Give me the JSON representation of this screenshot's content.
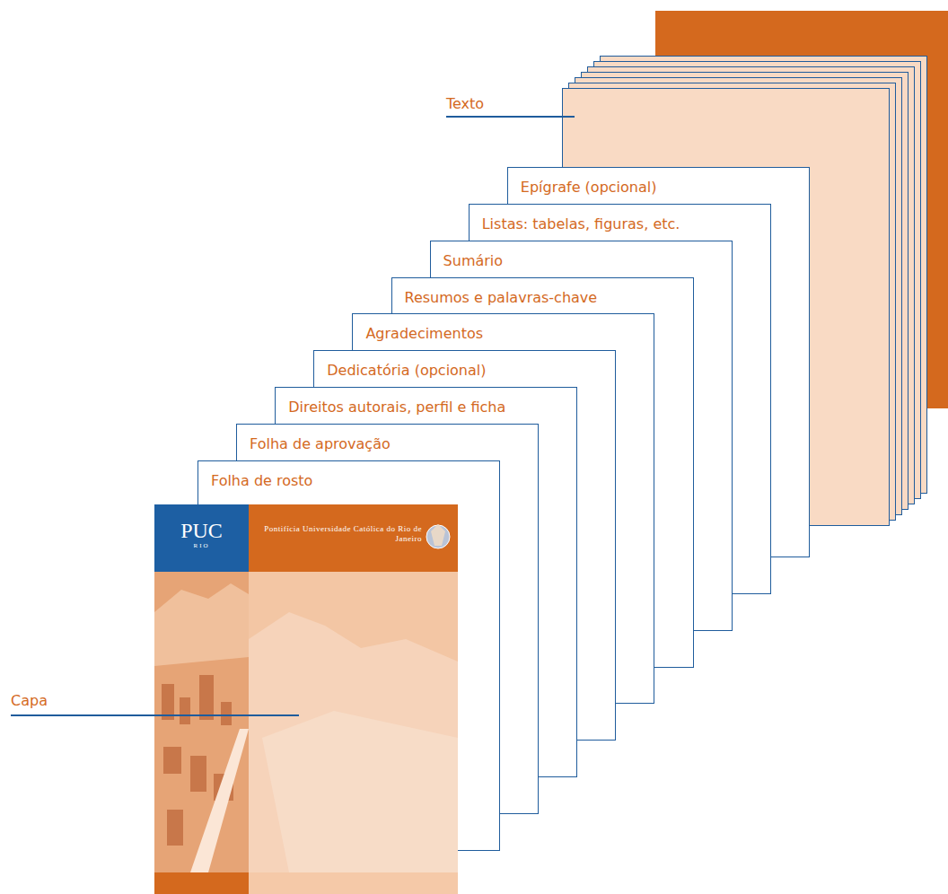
{
  "diagram": {
    "nodes": [
      {
        "text": [
          "PUC",
          "RIO",
          "Pontifícia Universidade Católica do Rio de Janeiro"
        ]
      },
      {
        "text": [
          "Folha de rosto"
        ]
      },
      {
        "text": [
          "Folha de aprovação"
        ]
      },
      {
        "text": [
          "Direitos autorais, perfil e ficha"
        ]
      },
      {
        "text": [
          "Dedicatória (opcional)"
        ]
      },
      {
        "text": [
          "Agradecimentos"
        ]
      },
      {
        "text": [
          "Resumos e palavras-chave"
        ]
      },
      {
        "text": [
          "Sumário"
        ]
      },
      {
        "text": [
          "Listas: tabelas, figuras, etc."
        ]
      },
      {
        "text": [
          "Epígrafe (opcional)"
        ]
      }
    ],
    "labels": [
      "Capa",
      "Texto"
    ]
  }
}
